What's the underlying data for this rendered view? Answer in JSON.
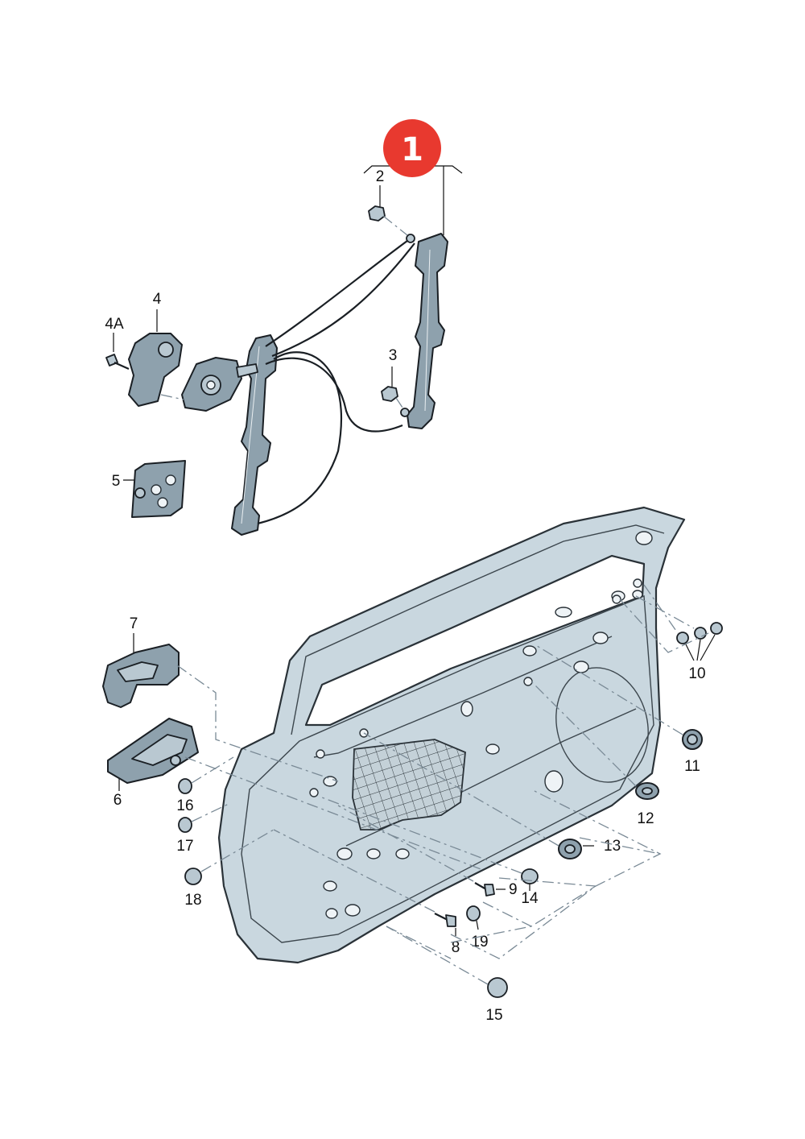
{
  "badge": {
    "label": "1",
    "color": "#e8392f"
  },
  "labels": {
    "l2": "2",
    "l3": "3",
    "l4": "4",
    "l4a": "4A",
    "l5": "5",
    "l6": "6",
    "l7": "7",
    "l8": "8",
    "l9": "9",
    "l10": "10",
    "l11": "11",
    "l12": "12",
    "l13": "13",
    "l14": "14",
    "l15": "15",
    "l16": "16",
    "l17": "17",
    "l18": "18",
    "l19": "19"
  },
  "colors": {
    "part_fill": "#8ea1ad",
    "door_fill": "#c9d7df",
    "leader": "#111111"
  }
}
